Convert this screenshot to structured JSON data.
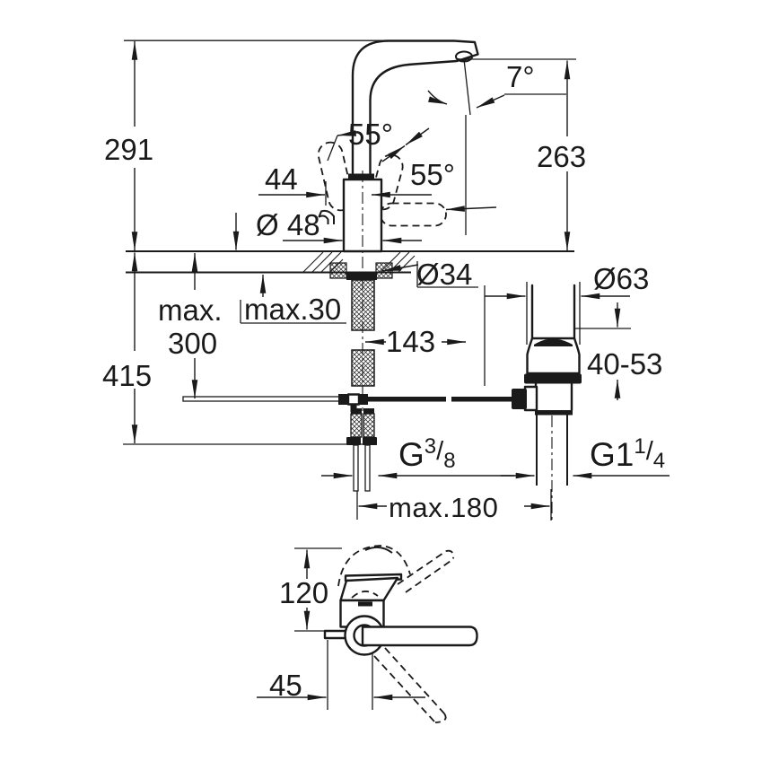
{
  "drawing": {
    "type": "technical-dimension-drawing",
    "subject": "single-lever faucet with pop-up waste, side elevation and plan view",
    "colors": {
      "line": "#1a1a1a",
      "background": "#ffffff"
    },
    "labels": {
      "height_291": "291",
      "height_415": "415",
      "max_depth_line1": "max.",
      "max_depth_line2": "300",
      "counter_thickness": "max.30",
      "width_44": "44",
      "dia_48": "Ø 48",
      "dia_34": "Ø34",
      "dia_63": "Ø63",
      "angle_55_left": "55°",
      "angle_55_right": "55°",
      "angle_7": "7°",
      "height_263": "263",
      "reach_143": "143",
      "range_40_53": "40-53",
      "max_180": "max.180",
      "plan_120": "120",
      "plan_45": "45",
      "thread_g38": {
        "base": "G",
        "numerator": "3",
        "slash": "/",
        "denominator": "8"
      },
      "thread_g114": {
        "base": "G1",
        "numerator": "1",
        "slash": "/",
        "denominator": "4"
      }
    }
  }
}
